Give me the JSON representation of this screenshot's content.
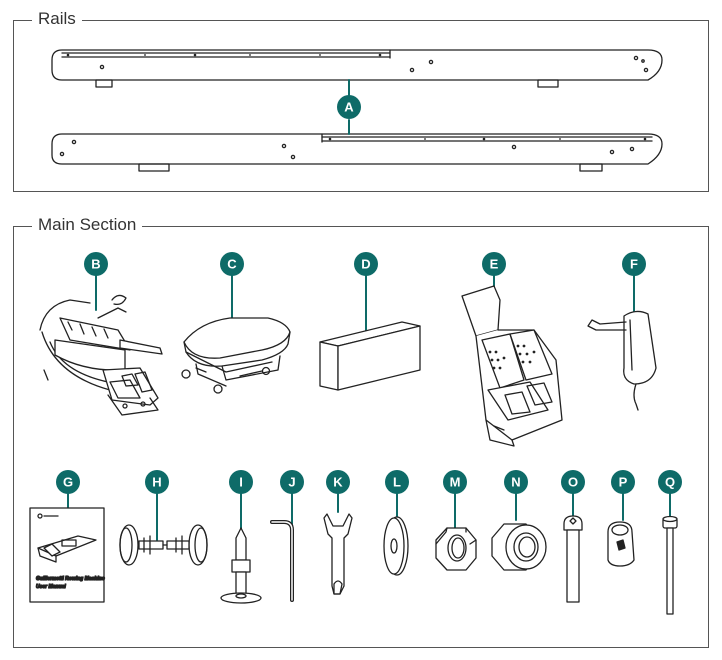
{
  "sections": {
    "rails": {
      "title": "Rails"
    },
    "main": {
      "title": "Main Section"
    }
  },
  "badge_color": "#0e6b68",
  "parts": [
    {
      "letter": "A",
      "icon": "rail-pair"
    },
    {
      "letter": "B",
      "icon": "water-tank-frame"
    },
    {
      "letter": "C",
      "icon": "seat"
    },
    {
      "letter": "D",
      "icon": "rail-block"
    },
    {
      "letter": "E",
      "icon": "footrest-assembly"
    },
    {
      "letter": "F",
      "icon": "handle"
    },
    {
      "letter": "G",
      "icon": "user-manual"
    },
    {
      "letter": "H",
      "icon": "wheels"
    },
    {
      "letter": "I",
      "icon": "foot-pin"
    },
    {
      "letter": "J",
      "icon": "allen-key"
    },
    {
      "letter": "K",
      "icon": "wrench"
    },
    {
      "letter": "L",
      "icon": "washer"
    },
    {
      "letter": "M",
      "icon": "hex-nut"
    },
    {
      "letter": "N",
      "icon": "lock-nut"
    },
    {
      "letter": "O",
      "icon": "button-head-bolt"
    },
    {
      "letter": "P",
      "icon": "cap-nut"
    },
    {
      "letter": "Q",
      "icon": "long-bolt"
    }
  ],
  "manual": {
    "line1": "Guillermetti Rowing Machine",
    "line2": "User Manual"
  }
}
